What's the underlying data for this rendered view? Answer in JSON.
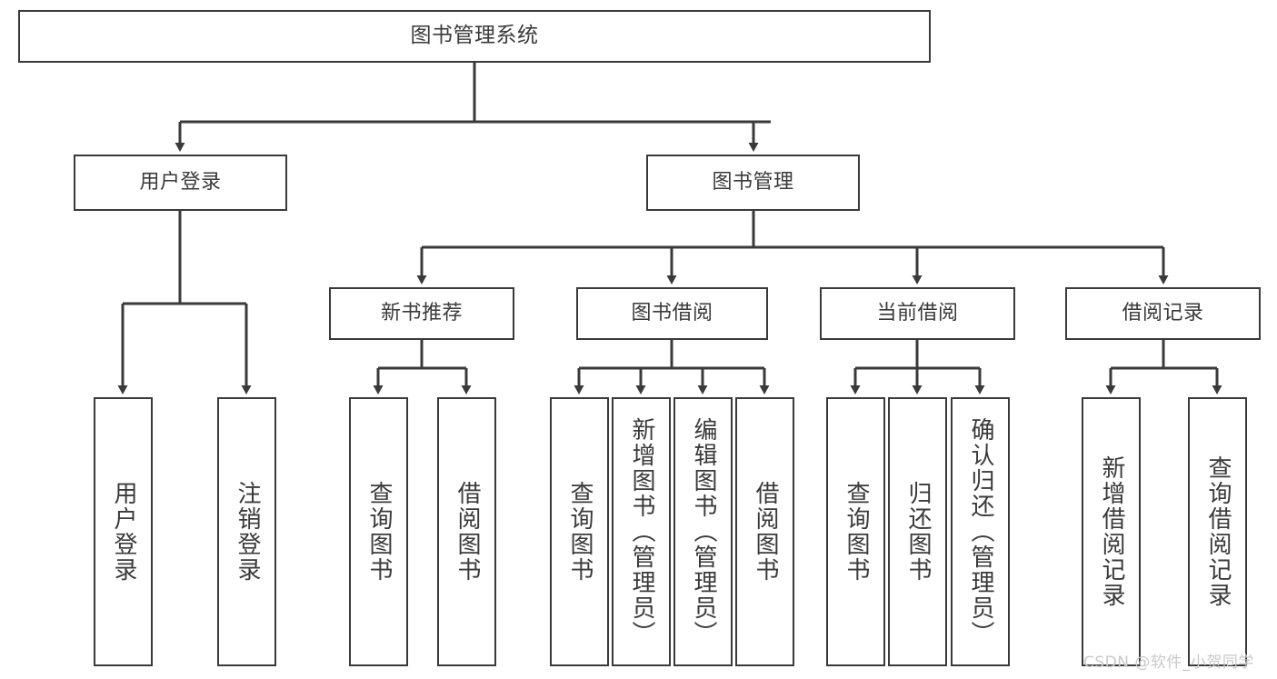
{
  "diagram": {
    "title": "图书管理系统",
    "type": "功能结构图",
    "root": {
      "label": "图书管理系统"
    },
    "level1": [
      {
        "label": "用户登录"
      },
      {
        "label": "图书管理"
      }
    ],
    "level2": [
      {
        "label": "新书推荐"
      },
      {
        "label": "图书借阅"
      },
      {
        "label": "当前借阅"
      },
      {
        "label": "借阅记录"
      }
    ],
    "leaves": {
      "user_login": [
        {
          "label": "用户登录"
        },
        {
          "label": "注销登录"
        }
      ],
      "new_book_recommend": [
        {
          "label": "查询图书"
        },
        {
          "label": "借阅图书"
        }
      ],
      "book_borrow": [
        {
          "label": "查询图书"
        },
        {
          "label": "新增图书（管理员）"
        },
        {
          "label": "编辑图书（管理员）"
        },
        {
          "label": "借阅图书"
        }
      ],
      "current_borrow": [
        {
          "label": "查询图书"
        },
        {
          "label": "归还图书"
        },
        {
          "label": "确认归还（管理员）"
        }
      ],
      "borrow_record": [
        {
          "label": "新增借阅记录"
        },
        {
          "label": "查询借阅记录"
        }
      ]
    }
  },
  "watermark": {
    "text": "CSDN @软件_小贺同学"
  },
  "colors": {
    "stroke": "#3a3a3a",
    "fill": "#ffffff",
    "text": "#3a3a3a",
    "watermark": "#c9c9c9"
  }
}
